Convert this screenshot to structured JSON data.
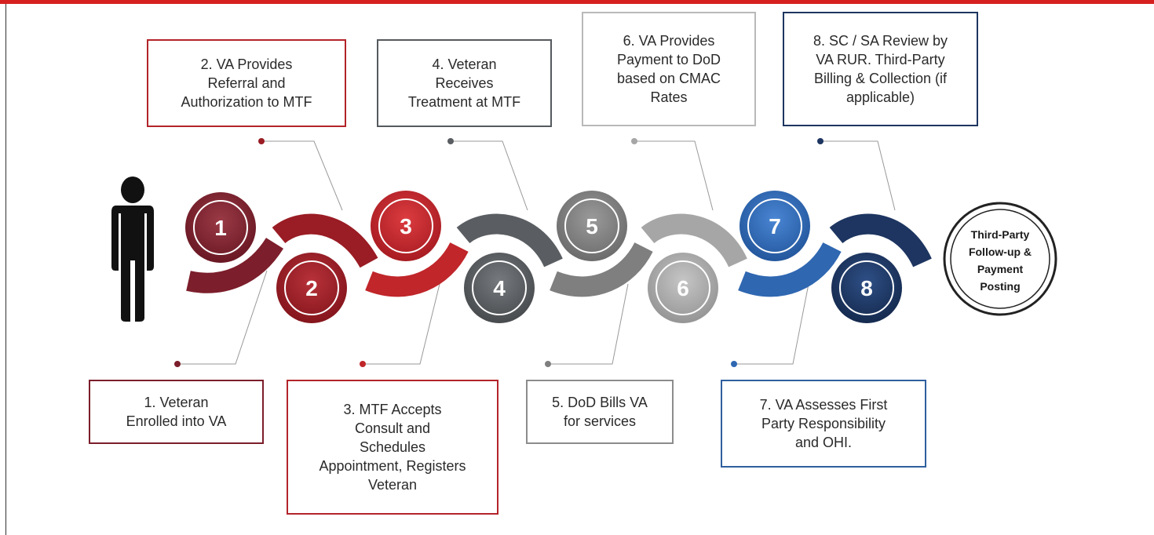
{
  "steps": [
    {
      "number": "1",
      "label": "1. Veteran\nEnrolled into VA",
      "color": "#7c1e2b"
    },
    {
      "number": "2",
      "label": "2. VA Provides\nReferral and\nAuthorization to MTF",
      "color": "#9a1c24"
    },
    {
      "number": "3",
      "label": "3. MTF Accepts\nConsult and\nSchedules\nAppointment, Registers\nVeteran",
      "color": "#c0262a"
    },
    {
      "number": "4",
      "label": "4. Veteran\nReceives\nTreatment at MTF",
      "color": "#5a5e62"
    },
    {
      "number": "5",
      "label": "5. DoD Bills VA\nfor services",
      "color": "#7f7f7f"
    },
    {
      "number": "6",
      "label": "6. VA Provides\nPayment to DoD\nbased on CMAC\nRates",
      "color": "#a6a6a6"
    },
    {
      "number": "7",
      "label": "7. VA Assesses First\nParty Responsibility\nand OHI.",
      "color": "#2f67b1"
    },
    {
      "number": "8",
      "label": "8. SC / SA Review by\nVA RUR. Third-Party\nBilling & Collection (if\napplicable)",
      "color": "#1d3560"
    }
  ],
  "final": {
    "label": "Third-Party\nFollow-up &\nPayment\nPosting"
  },
  "icons": {
    "person": "person-icon"
  },
  "colors": {
    "frame_top": "#d62020"
  }
}
